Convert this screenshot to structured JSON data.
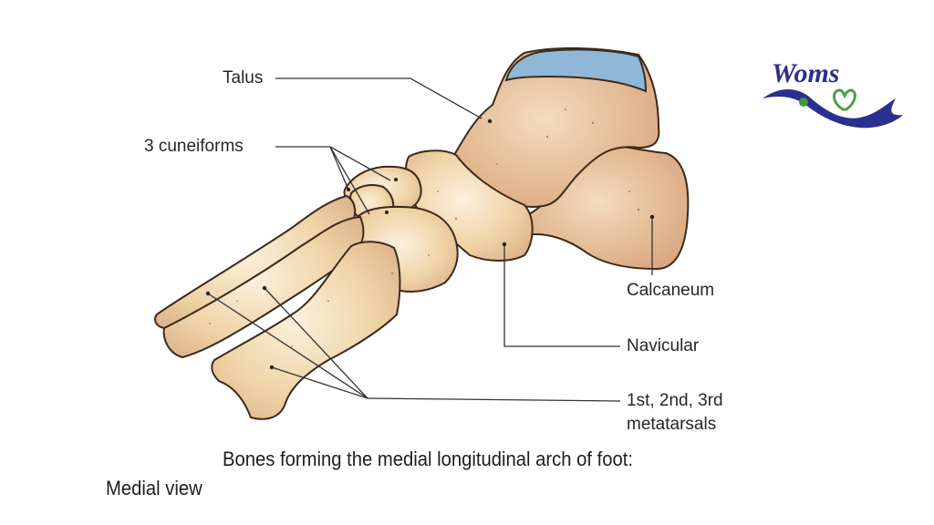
{
  "labels": {
    "talus": "Talus",
    "cuneiforms": "3 cuneiforms",
    "calcaneum": "Calcaneum",
    "navicular": "Navicular",
    "metatarsals_line1": "1st, 2nd, 3rd",
    "metatarsals_line2": "metatarsals"
  },
  "caption": {
    "title": "Bones forming the medial longitudinal arch of foot:",
    "subtitle": "Medial view"
  },
  "logo": {
    "text": "Woms",
    "colors": {
      "wave": "#2b2f8f",
      "dot": "#3a9a3a",
      "heart": "#4aa04a"
    }
  },
  "colors": {
    "bone_fill": "#efd3a6",
    "bone_shadow": "#dba97e",
    "bone_outline": "#3b2a1c",
    "cartilage": "#8fb8d8",
    "leader_line": "#333333"
  }
}
